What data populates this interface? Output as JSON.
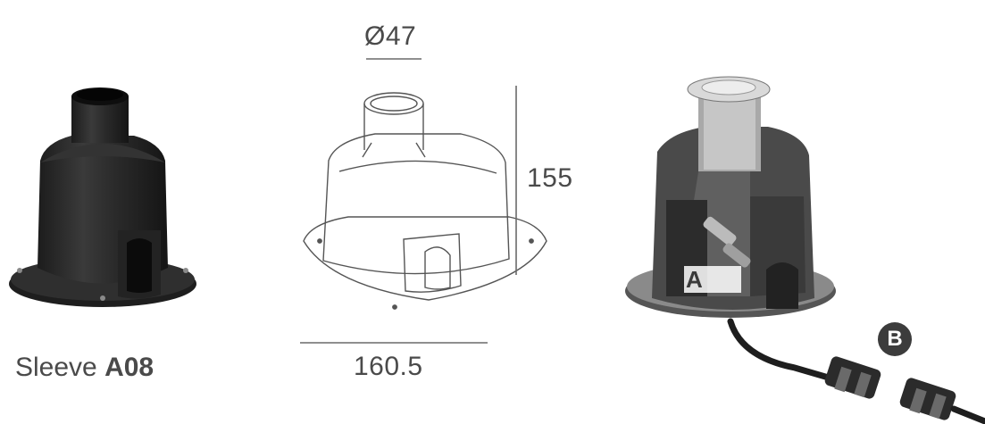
{
  "product": {
    "label_prefix": "Sleeve",
    "label_code": "A08"
  },
  "dimensions": {
    "diameter": "Ø47",
    "height": "155",
    "width": "160.5"
  },
  "callouts": {
    "a": "A",
    "b": "B"
  },
  "colors": {
    "sleeve_body": "#2b2b2b",
    "line_drawing": "#555555",
    "dimension_lines": "#6a6a6a",
    "callout_bg": "#3c3c3c"
  }
}
